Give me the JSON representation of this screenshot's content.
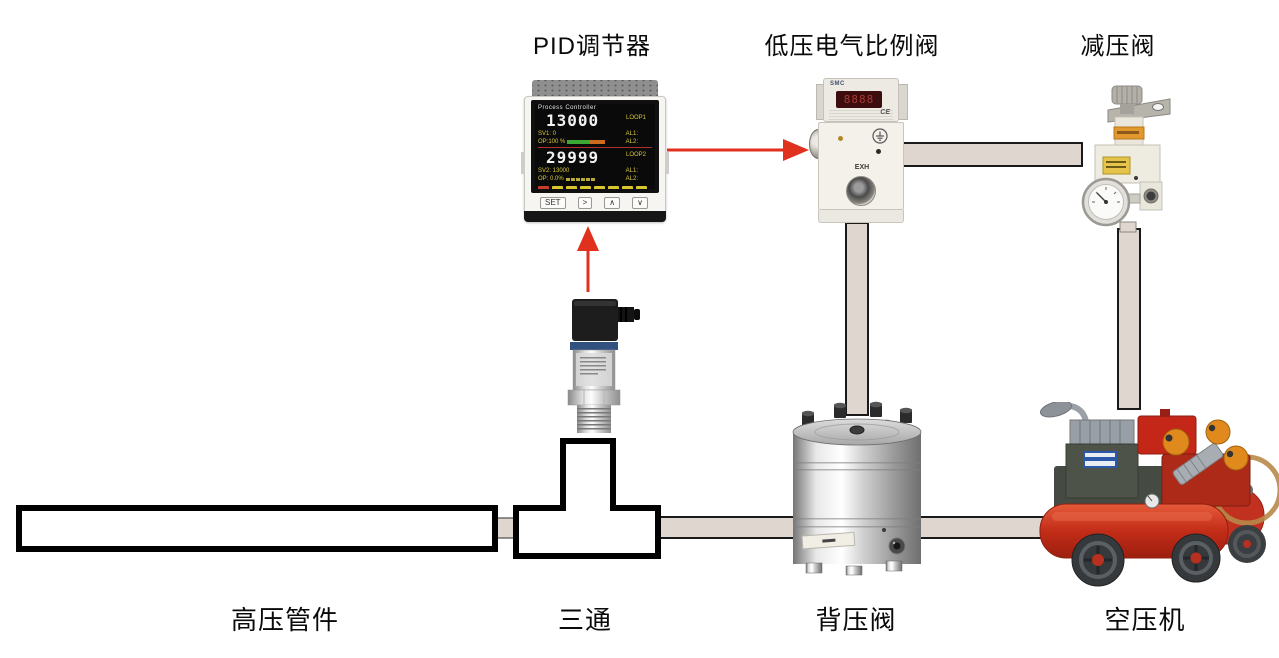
{
  "labels": {
    "pid_controller": "PID调节器",
    "proportional_valve": "低压电气比例阀",
    "reducing_valve": "减压阀",
    "high_pressure_pipe": "高压管件",
    "tee": "三通",
    "back_pressure_valve": "背压阀",
    "air_compressor": "空压机"
  },
  "pid_controller": {
    "header": "Process Controller",
    "loop1": {
      "value": "13000",
      "name": "LOOP1",
      "sv": "SV1: 0",
      "op": "OP:100 %",
      "al1": "AL1:",
      "al2": "AL2:"
    },
    "loop2": {
      "value": "29999",
      "name": "LOOP2",
      "sv": "SV2: 13000",
      "op": "OP: 0.0%",
      "al1": "AL1:",
      "al2": "AL2:"
    },
    "buttons": {
      "set": "SET",
      "shift": ">",
      "up": "∧",
      "down": "∨"
    },
    "indicators": [
      "#c93a2e",
      "#d7c62e",
      "#d7c62e",
      "#d7c62e",
      "#d7c62e",
      "#d7c62e",
      "#d7c62e",
      "#d7c62e"
    ]
  },
  "proportional_valve": {
    "brand": "SMC",
    "led_segments": "8888",
    "exh_label": "EXH",
    "ce_mark": "CE"
  },
  "colors": {
    "pipe_fill": "#ded6cf",
    "pipe_stroke": "#1a1a1a",
    "outline": "#000000",
    "arrow_red": "#e0301e",
    "screen_yellow": "#d8c93a",
    "screen_white": "#f2f2f2",
    "screen_red": "#b03030",
    "bar_green": "#3aa832",
    "bar_orange": "#cc6a1e",
    "led_red": "#e05048",
    "compressor_red": "#c22d18",
    "filter_orange": "#e08a1e"
  }
}
